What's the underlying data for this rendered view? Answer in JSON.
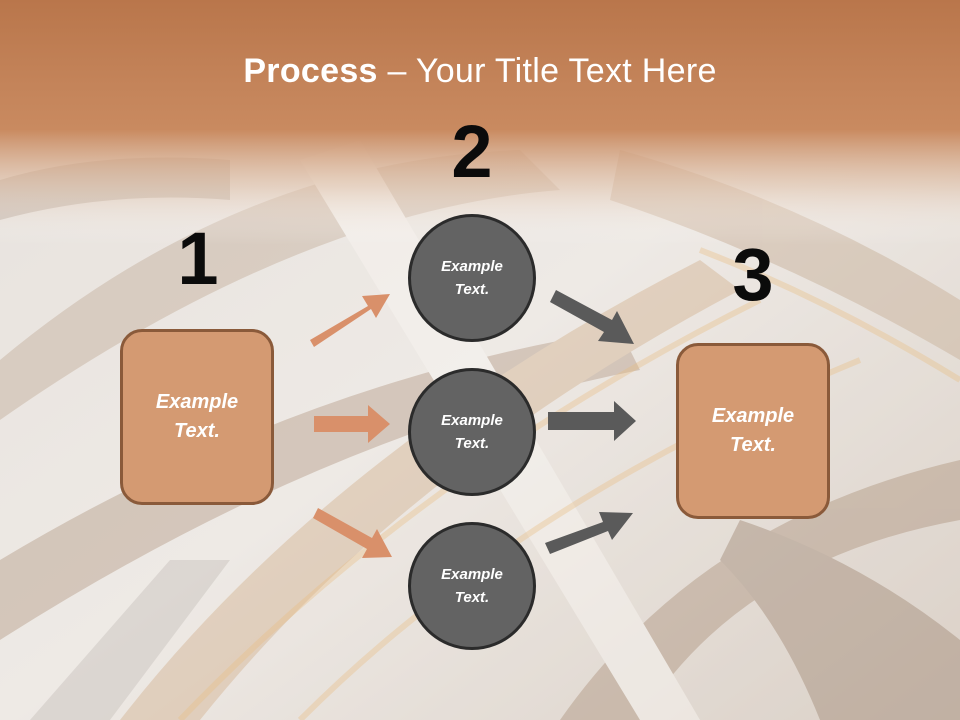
{
  "title": {
    "bold": "Process",
    "rest": " – Your Title Text Here"
  },
  "steps": [
    {
      "number": "1",
      "text": "Example\nText."
    },
    {
      "number": "2",
      "items": [
        "Example\nText.",
        "Example\nText.",
        "Example\nText."
      ]
    },
    {
      "number": "3",
      "text": "Example\nText."
    }
  ],
  "colors": {
    "header": "#c4845a",
    "box_fill": "#d49a72",
    "box_border": "#8a5a3a",
    "circle_fill": "#636363",
    "circle_border": "#2b2b2b",
    "arrow_orange": "#d9906a",
    "arrow_gray": "#5a5a5a"
  }
}
